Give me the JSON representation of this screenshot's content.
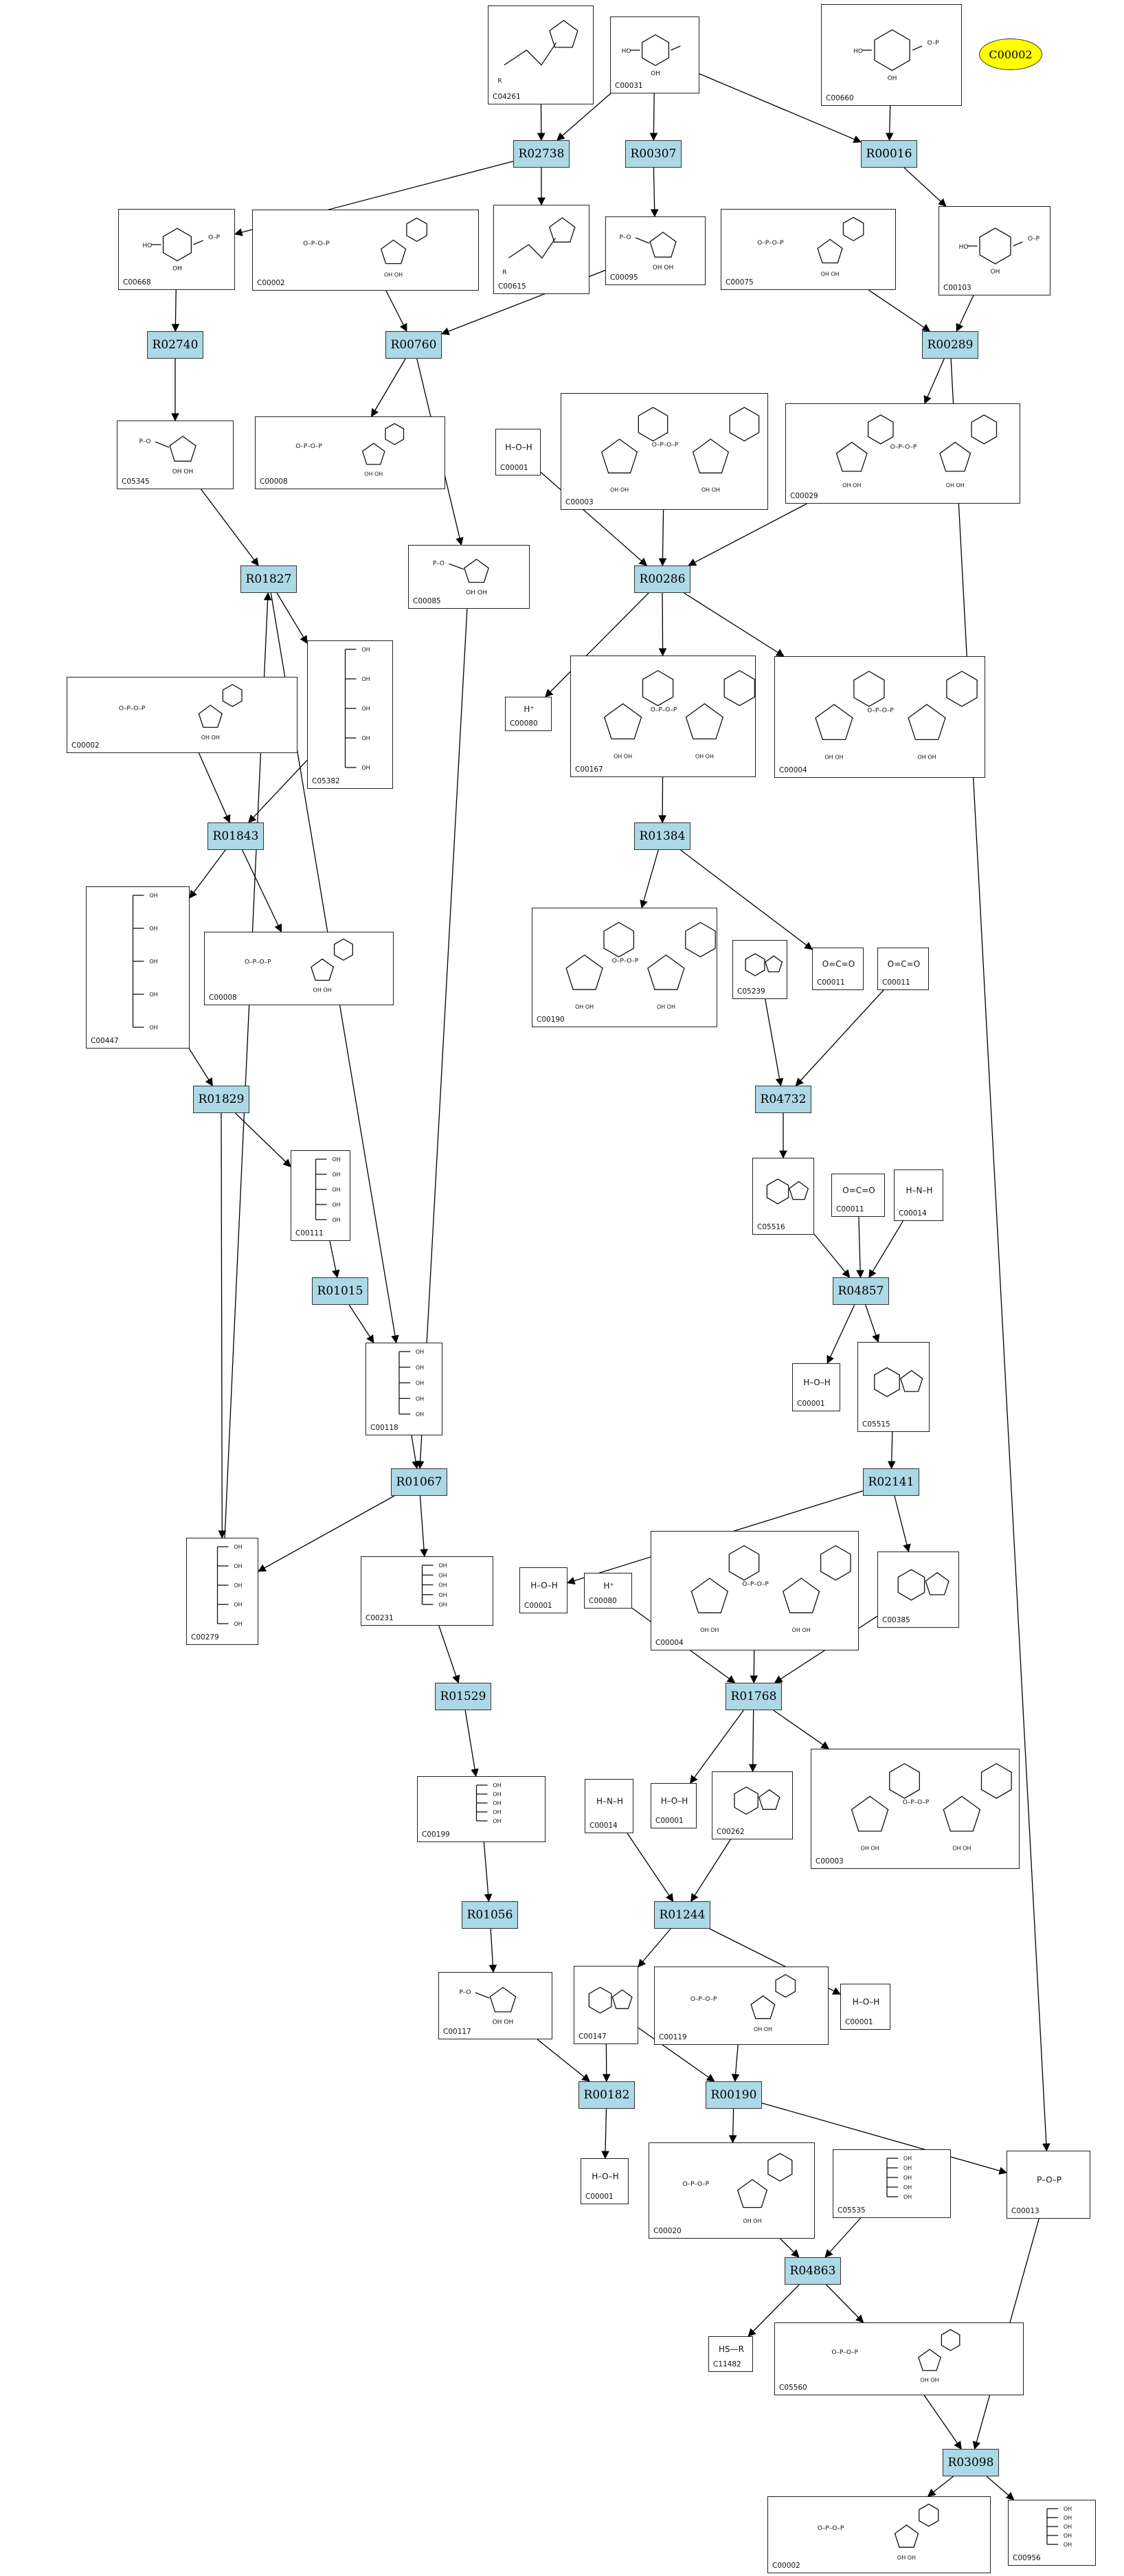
{
  "legend": {
    "label": "C00002",
    "color": "#ffff00"
  },
  "colors": {
    "reaction_fill": "#add8e6",
    "compound_fill": "#ffffff",
    "edge": "#000000"
  },
  "reactions": [
    {
      "id": "R02738",
      "label": "R02738"
    },
    {
      "id": "R00307",
      "label": "R00307"
    },
    {
      "id": "R00016",
      "label": "R00016"
    },
    {
      "id": "R02740",
      "label": "R02740"
    },
    {
      "id": "R00760",
      "label": "R00760"
    },
    {
      "id": "R00289",
      "label": "R00289"
    },
    {
      "id": "R01827",
      "label": "R01827"
    },
    {
      "id": "R00286",
      "label": "R00286"
    },
    {
      "id": "R01843",
      "label": "R01843"
    },
    {
      "id": "R01384",
      "label": "R01384"
    },
    {
      "id": "R04732",
      "label": "R04732"
    },
    {
      "id": "R01829",
      "label": "R01829"
    },
    {
      "id": "R01015",
      "label": "R01015"
    },
    {
      "id": "R04857",
      "label": "R04857"
    },
    {
      "id": "R01067",
      "label": "R01067"
    },
    {
      "id": "R02141",
      "label": "R02141"
    },
    {
      "id": "R01529",
      "label": "R01529"
    },
    {
      "id": "R01768",
      "label": "R01768"
    },
    {
      "id": "R01056",
      "label": "R01056"
    },
    {
      "id": "R01244",
      "label": "R01244"
    },
    {
      "id": "R00182",
      "label": "R00182"
    },
    {
      "id": "R00190",
      "label": "R00190"
    },
    {
      "id": "R04863",
      "label": "R04863"
    },
    {
      "id": "R03098",
      "label": "R03098"
    }
  ],
  "compounds": [
    {
      "id": "c04261",
      "label": "C04261",
      "glyph": "amide"
    },
    {
      "id": "c00031",
      "label": "C00031",
      "glyph": "sugar"
    },
    {
      "id": "c00660",
      "label": "C00660",
      "glyph": "sugarP"
    },
    {
      "id": "c00668",
      "label": "C00668",
      "glyph": "sugarP"
    },
    {
      "id": "c00002a",
      "label": "C00002",
      "glyph": "nucleotide"
    },
    {
      "id": "c00615",
      "label": "C00615",
      "glyph": "amide"
    },
    {
      "id": "c00095",
      "label": "C00095",
      "glyph": "furanose"
    },
    {
      "id": "c00075",
      "label": "C00075",
      "glyph": "nucleotide"
    },
    {
      "id": "c00103",
      "label": "C00103",
      "glyph": "sugarP"
    },
    {
      "id": "c05345",
      "label": "C05345",
      "glyph": "furanose"
    },
    {
      "id": "c00008a",
      "label": "C00008",
      "glyph": "nucleotide"
    },
    {
      "id": "c00001a",
      "label": "C00001",
      "glyph": "water",
      "text": "H–O–H"
    },
    {
      "id": "c00003a",
      "label": "C00003",
      "glyph": "dinucleotide"
    },
    {
      "id": "c00029",
      "label": "C00029",
      "glyph": "dinucleotide"
    },
    {
      "id": "c00085",
      "label": "C00085",
      "glyph": "furanose"
    },
    {
      "id": "c00080a",
      "label": "C00080",
      "glyph": "proton",
      "text": "H⁺"
    },
    {
      "id": "c00167",
      "label": "C00167",
      "glyph": "dinucleotide"
    },
    {
      "id": "c00004a",
      "label": "C00004",
      "glyph": "dinucleotide"
    },
    {
      "id": "c05382",
      "label": "C05382",
      "glyph": "chain"
    },
    {
      "id": "c00002b",
      "label": "C00002",
      "glyph": "nucleotide"
    },
    {
      "id": "c00447",
      "label": "C00447",
      "glyph": "chain"
    },
    {
      "id": "c00008b",
      "label": "C00008",
      "glyph": "nucleotide"
    },
    {
      "id": "c00190",
      "label": "C00190",
      "glyph": "dinucleotide"
    },
    {
      "id": "c05239",
      "label": "C05239",
      "glyph": "ring"
    },
    {
      "id": "c00011a",
      "label": "C00011",
      "glyph": "small",
      "text": "O=C=O"
    },
    {
      "id": "c00011b",
      "label": "C00011",
      "glyph": "small",
      "text": "O=C=O"
    },
    {
      "id": "c00111",
      "label": "C00111",
      "glyph": "chain"
    },
    {
      "id": "c05516",
      "label": "C05516",
      "glyph": "ring"
    },
    {
      "id": "c00011c",
      "label": "C00011",
      "glyph": "small",
      "text": "O=C=O"
    },
    {
      "id": "c00014a",
      "label": "C00014",
      "glyph": "small",
      "text": "H–N–H"
    },
    {
      "id": "c00118",
      "label": "C00118",
      "glyph": "chain"
    },
    {
      "id": "c00001b",
      "label": "C00001",
      "glyph": "water",
      "text": "H–O–H"
    },
    {
      "id": "c05515",
      "label": "C05515",
      "glyph": "ring"
    },
    {
      "id": "c00279",
      "label": "C00279",
      "glyph": "chain"
    },
    {
      "id": "c00231",
      "label": "C00231",
      "glyph": "chain"
    },
    {
      "id": "c00001c",
      "label": "C00001",
      "glyph": "water",
      "text": "H–O–H"
    },
    {
      "id": "c00080b",
      "label": "C00080",
      "glyph": "proton",
      "text": "H⁺"
    },
    {
      "id": "c00004b",
      "label": "C00004",
      "glyph": "dinucleotide"
    },
    {
      "id": "c00385",
      "label": "C00385",
      "glyph": "purine"
    },
    {
      "id": "c00199",
      "label": "C00199",
      "glyph": "chain"
    },
    {
      "id": "c00014b",
      "label": "C00014",
      "glyph": "small",
      "text": "H–N–H"
    },
    {
      "id": "c00001d",
      "label": "C00001",
      "glyph": "water",
      "text": "H–O–H"
    },
    {
      "id": "c00262",
      "label": "C00262",
      "glyph": "purine"
    },
    {
      "id": "c00003b",
      "label": "C00003",
      "glyph": "dinucleotide"
    },
    {
      "id": "c00117",
      "label": "C00117",
      "glyph": "furanose"
    },
    {
      "id": "c00147",
      "label": "C00147",
      "glyph": "purine"
    },
    {
      "id": "c00119",
      "label": "C00119",
      "glyph": "nucleotide"
    },
    {
      "id": "c00001e",
      "label": "C00001",
      "glyph": "water",
      "text": "H–O–H"
    },
    {
      "id": "c00001f",
      "label": "C00001",
      "glyph": "water",
      "text": "H–O–H"
    },
    {
      "id": "c00020",
      "label": "C00020",
      "glyph": "nucleotide"
    },
    {
      "id": "c05535",
      "label": "C05535",
      "glyph": "chain"
    },
    {
      "id": "c00013",
      "label": "C00013",
      "glyph": "small",
      "text": "P–O–P"
    },
    {
      "id": "c11482",
      "label": "C11482",
      "glyph": "small",
      "text": "HS—R"
    },
    {
      "id": "c05560",
      "label": "C05560",
      "glyph": "nucleotide"
    },
    {
      "id": "c00002c",
      "label": "C00002",
      "glyph": "nucleotide"
    },
    {
      "id": "c00956",
      "label": "C00956",
      "glyph": "chain"
    }
  ],
  "edges": [
    [
      "c04261",
      "R02738"
    ],
    [
      "c00031",
      "R02738"
    ],
    [
      "c00031",
      "R00307"
    ],
    [
      "c00031",
      "R00016"
    ],
    [
      "c00660",
      "R00016"
    ],
    [
      "R02738",
      "c00668"
    ],
    [
      "R02738",
      "c00615"
    ],
    [
      "R00307",
      "c00095"
    ],
    [
      "R00016",
      "c00103"
    ],
    [
      "c00668",
      "R02740"
    ],
    [
      "c00002a",
      "R00760"
    ],
    [
      "c00095",
      "R00760"
    ],
    [
      "c00075",
      "R00289"
    ],
    [
      "c00103",
      "R00289"
    ],
    [
      "R02740",
      "c05345"
    ],
    [
      "R00760",
      "c00008a"
    ],
    [
      "R00760",
      "c00085"
    ],
    [
      "R00289",
      "c00029"
    ],
    [
      "R00289",
      "c00013"
    ],
    [
      "c05345",
      "R01827"
    ],
    [
      "c00001a",
      "R00286"
    ],
    [
      "c00003a",
      "R00286"
    ],
    [
      "c00029",
      "R00286"
    ],
    [
      "R00286",
      "c00080a"
    ],
    [
      "R00286",
      "c00167"
    ],
    [
      "R00286",
      "c00004a"
    ],
    [
      "R01827",
      "c05382"
    ],
    [
      "R01827",
      "c00118"
    ],
    [
      "c00002b",
      "R01843"
    ],
    [
      "c05382",
      "R01843"
    ],
    [
      "R01843",
      "c00447"
    ],
    [
      "R01843",
      "c00008b"
    ],
    [
      "c00167",
      "R01384"
    ],
    [
      "R01384",
      "c00190"
    ],
    [
      "R01384",
      "c00011a"
    ],
    [
      "c05239",
      "R04732"
    ],
    [
      "c00011b",
      "R04732"
    ],
    [
      "c00447",
      "R01829"
    ],
    [
      "R01829",
      "c00111"
    ],
    [
      "R01829",
      "c00279"
    ],
    [
      "c00111",
      "R01015"
    ],
    [
      "R01015",
      "c00118"
    ],
    [
      "R04732",
      "c05516"
    ],
    [
      "c05516",
      "R04857"
    ],
    [
      "c00011c",
      "R04857"
    ],
    [
      "c00014a",
      "R04857"
    ],
    [
      "R04857",
      "c00001b"
    ],
    [
      "R04857",
      "c05515"
    ],
    [
      "c00118",
      "R01067"
    ],
    [
      "c00085",
      "R01067"
    ],
    [
      "R01067",
      "c00279"
    ],
    [
      "R01067",
      "c00231"
    ],
    [
      "c00279",
      "R01827"
    ],
    [
      "c05515",
      "R02141"
    ],
    [
      "R02141",
      "c00001c"
    ],
    [
      "R02141",
      "c00385"
    ],
    [
      "c00231",
      "R01529"
    ],
    [
      "c00080b",
      "R01768"
    ],
    [
      "c00004b",
      "R01768"
    ],
    [
      "c00385",
      "R01768"
    ],
    [
      "R01529",
      "c00199"
    ],
    [
      "R01768",
      "c00001d"
    ],
    [
      "R01768",
      "c00262"
    ],
    [
      "R01768",
      "c00003b"
    ],
    [
      "c00199",
      "R01056"
    ],
    [
      "c00014b",
      "R01244"
    ],
    [
      "c00262",
      "R01244"
    ],
    [
      "R01056",
      "c00117"
    ],
    [
      "R01244",
      "c00147"
    ],
    [
      "R01244",
      "c00001e"
    ],
    [
      "c00117",
      "R00182"
    ],
    [
      "c00147",
      "R00182"
    ],
    [
      "c00147",
      "R00190"
    ],
    [
      "c00119",
      "R00190"
    ],
    [
      "R00182",
      "c00001f"
    ],
    [
      "R00190",
      "c00020"
    ],
    [
      "R00190",
      "c00013"
    ],
    [
      "c00020",
      "R04863"
    ],
    [
      "c05535",
      "R04863"
    ],
    [
      "R04863",
      "c11482"
    ],
    [
      "R04863",
      "c05560"
    ],
    [
      "c05560",
      "R03098"
    ],
    [
      "c00013",
      "R03098"
    ],
    [
      "R03098",
      "c00002c"
    ],
    [
      "R03098",
      "c00956"
    ]
  ]
}
